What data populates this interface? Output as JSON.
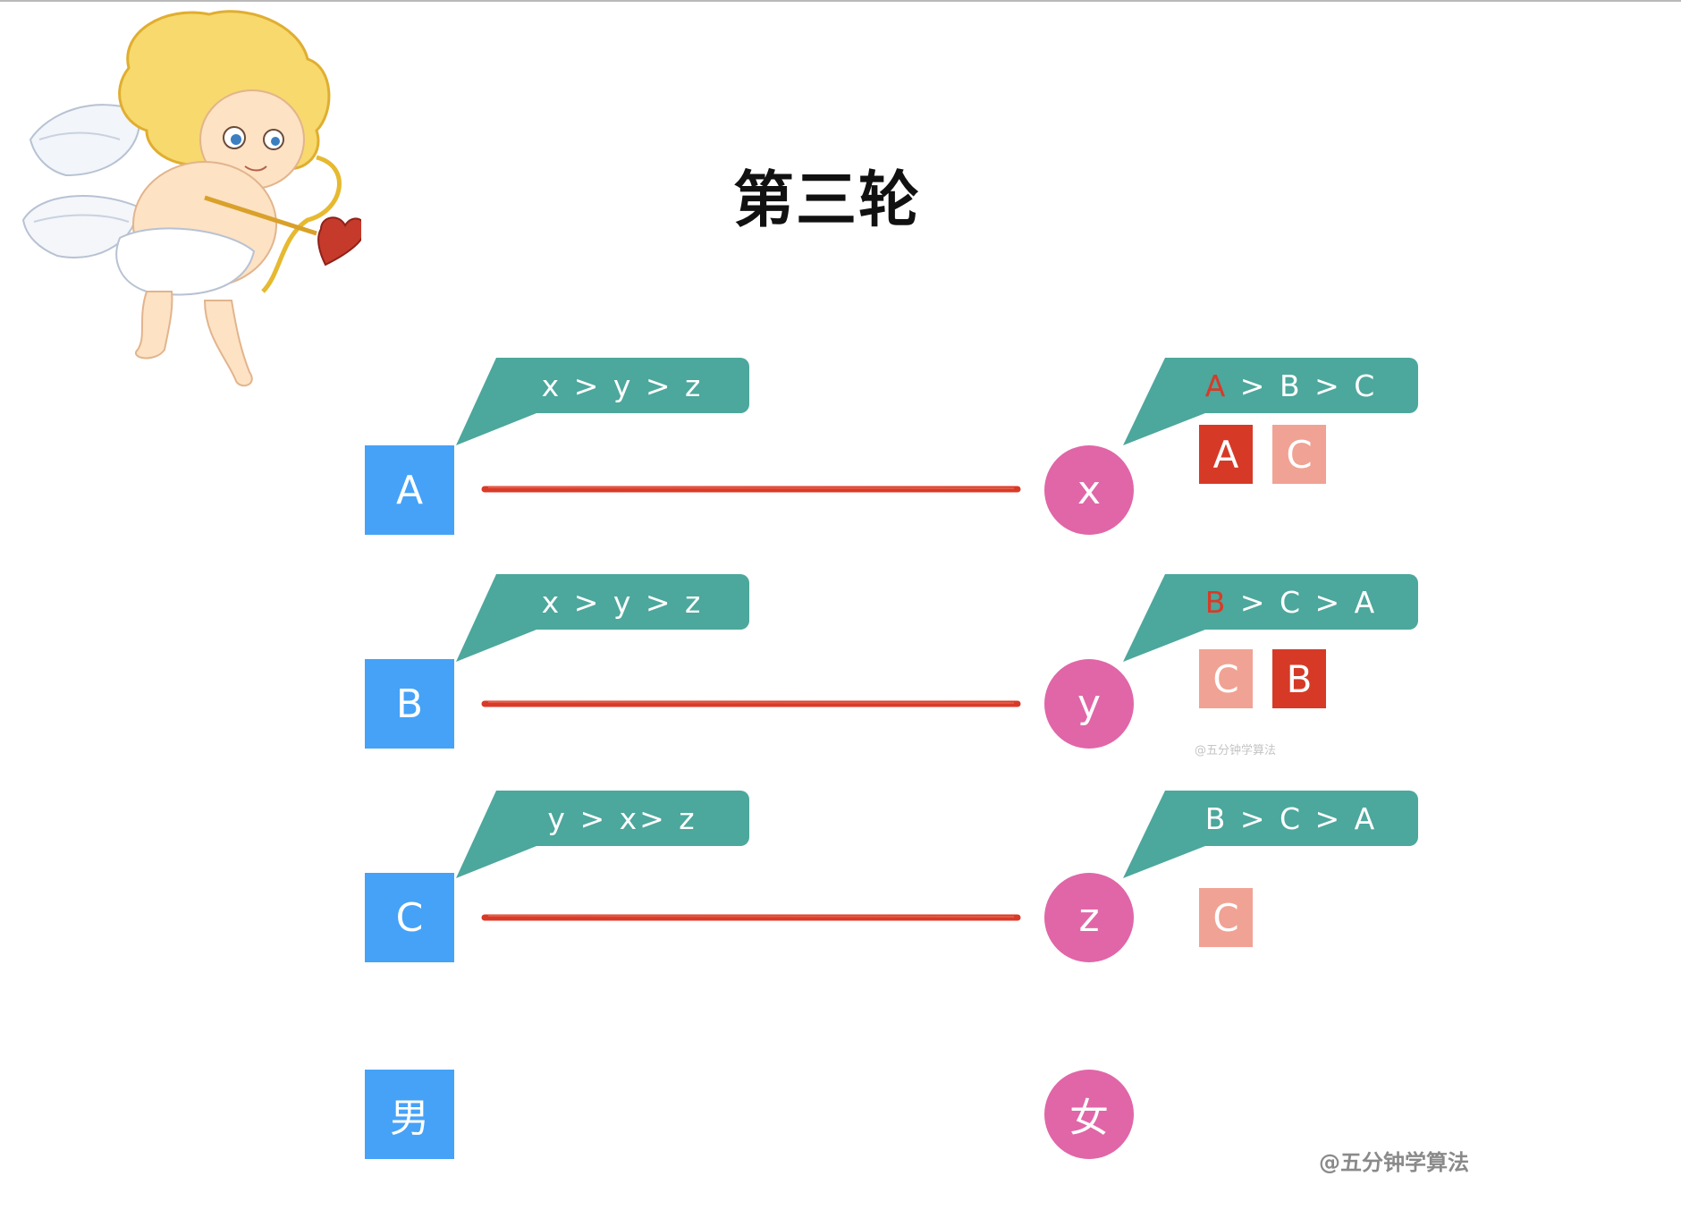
{
  "title": "第三轮",
  "colors": {
    "man": "#45a2f7",
    "woman": "#e066a8",
    "bubble": "#4ca79c",
    "highlight_text": "#d93a27",
    "tag_dark": "#d63a27",
    "tag_light": "#f0a294",
    "match_line": "#d93a27"
  },
  "men": [
    {
      "label": "A",
      "preference": "x > y > z"
    },
    {
      "label": "B",
      "preference": "x > y > z"
    },
    {
      "label": "C",
      "preference": "y > x> z"
    }
  ],
  "women": [
    {
      "label": "x",
      "preference_head": "A",
      "preference_tail": " > B > C",
      "head_highlighted": true,
      "tags": [
        {
          "label": "A",
          "style": "dark"
        },
        {
          "label": "C",
          "style": "light"
        }
      ]
    },
    {
      "label": "y",
      "preference_head": "B",
      "preference_tail": " > C > A",
      "head_highlighted": true,
      "tags": [
        {
          "label": "C",
          "style": "light"
        },
        {
          "label": "B",
          "style": "dark"
        }
      ]
    },
    {
      "label": "z",
      "preference_head": "B",
      "preference_tail": " > C > A",
      "head_highlighted": false,
      "tags": [
        {
          "label": "C",
          "style": "light"
        }
      ]
    }
  ],
  "legend": {
    "man_label": "男",
    "woman_label": "女"
  },
  "watermark_small": "@五分钟学算法",
  "watermark": "@五分钟学算法",
  "illustration": "cupid-with-bow-and-heart-arrow"
}
